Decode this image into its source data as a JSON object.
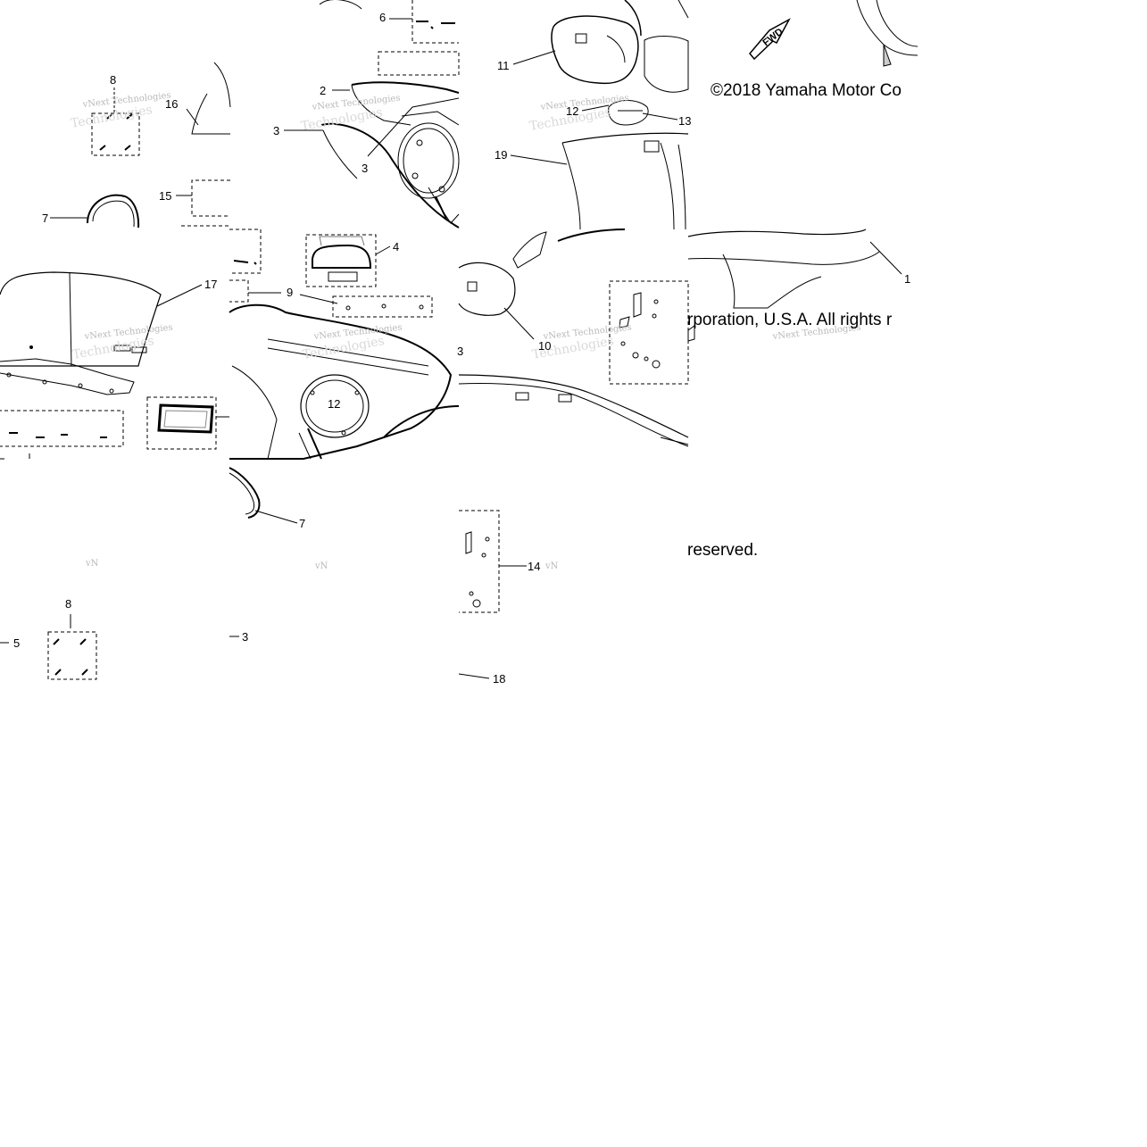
{
  "diagram": {
    "callouts": {
      "c1": "1",
      "c2": "2",
      "c3a": "3",
      "c3b": "3",
      "c3c": "3",
      "c3d": "3",
      "c4": "4",
      "c5": "5",
      "c6": "6",
      "c7a": "7",
      "c7b": "7",
      "c8a": "8",
      "c8b": "8",
      "c9": "9",
      "c10": "10",
      "c11": "11",
      "c12a": "12",
      "c12b": "12",
      "c13": "13",
      "c14": "14",
      "c15": "15",
      "c16": "16",
      "c17": "17",
      "c18": "18",
      "c19": "19"
    },
    "fwd_label": "FWD",
    "copyright": {
      "part1": "©2018 Yamaha Motor Co",
      "part2": "rporation, U.S.A. All rights r",
      "part3": "reserved."
    },
    "watermark": {
      "small": "vNext Technologies",
      "big": "Technologies",
      "stub": "vN"
    }
  }
}
